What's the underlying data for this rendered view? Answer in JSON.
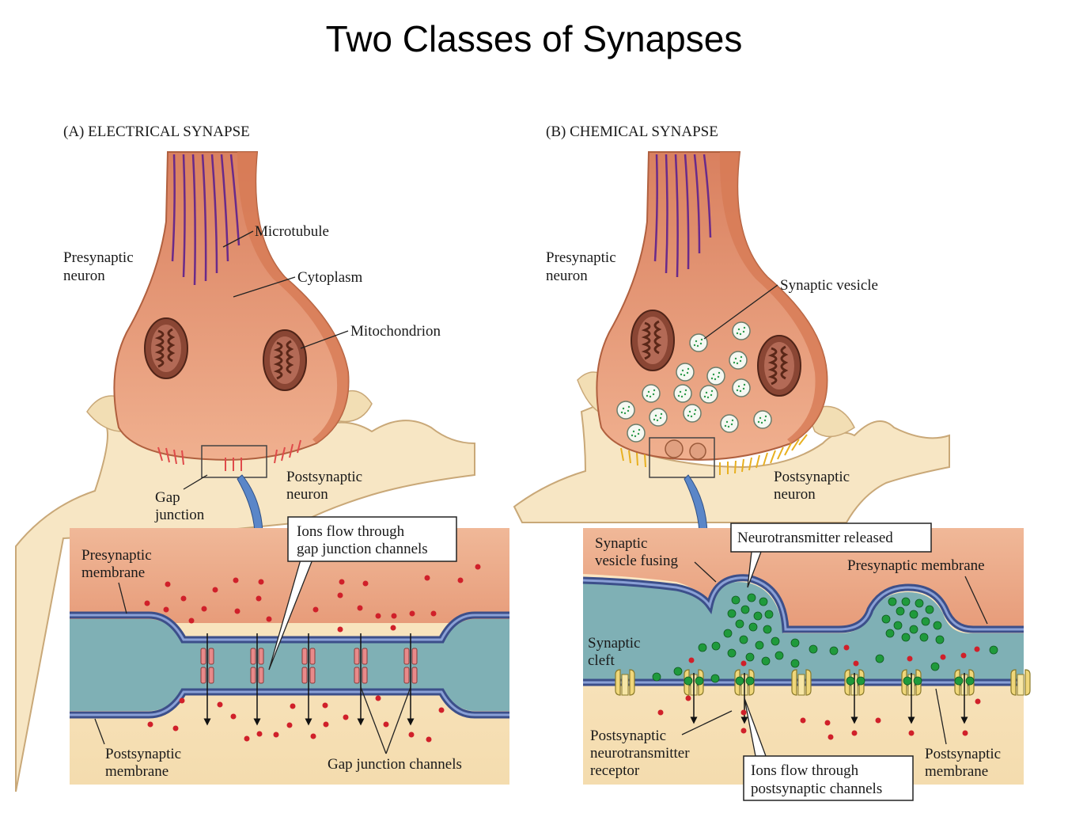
{
  "title": "Two Classes of Synapses",
  "panel_a": {
    "heading": "(A)  ELECTRICAL SYNAPSE",
    "labels": {
      "presynaptic_1": "Presynaptic",
      "presynaptic_2": "neuron",
      "microtubule": "Microtubule",
      "cytoplasm": "Cytoplasm",
      "mitochondrion": "Mitochondrion",
      "postsynaptic_1": "Postsynaptic",
      "postsynaptic_2": "neuron",
      "gap_1": "Gap",
      "gap_2": "junction",
      "ions_1": "Ions flow through",
      "ions_2": "gap junction channels",
      "pre_membrane_1": "Presynaptic",
      "pre_membrane_2": "membrane",
      "post_membrane_1": "Postsynaptic",
      "post_membrane_2": "membrane",
      "gap_channels": "Gap junction channels"
    }
  },
  "panel_b": {
    "heading": "(B)  CHEMICAL SYNAPSE",
    "labels": {
      "presynaptic_1": "Presynaptic",
      "presynaptic_2": "neuron",
      "synaptic_vesicle": "Synaptic vesicle",
      "postsynaptic_1": "Postsynaptic",
      "postsynaptic_2": "neuron",
      "nt_released": "Neurotransmitter released",
      "vesicle_fusing_1": "Synaptic",
      "vesicle_fusing_2": "vesicle fusing",
      "pre_membrane": "Presynaptic membrane",
      "cleft_1": "Synaptic",
      "cleft_2": "cleft",
      "receptor_1": "Postsynaptic",
      "receptor_2": "neurotransmitter",
      "receptor_3": "receptor",
      "ions_1": "Ions flow through",
      "ions_2": "postsynaptic channels",
      "post_membrane_1": "Postsynaptic",
      "post_membrane_2": "membrane"
    }
  },
  "colors": {
    "cytoplasm": "#e9a07f",
    "postsynaptic": "#f7e6c4",
    "cleft": "#7fb0b5",
    "membrane": "#4b5fa0",
    "ion": "#d0202a",
    "neurotransmitter": "#1f9a3c",
    "microtubule": "#6a2a8a",
    "mitochondrion": "#8a4634"
  }
}
